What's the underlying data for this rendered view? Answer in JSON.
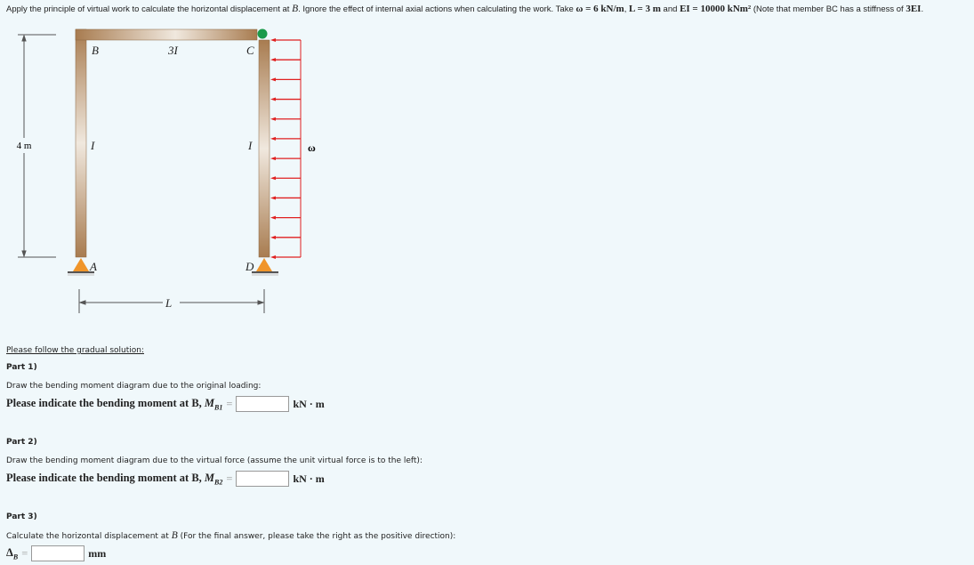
{
  "question": {
    "p1": "Apply the principle of virtual work to calculate the horizontal displacement at ",
    "B": "B",
    "p2": ". Ignore the effect of internal axial actions when calculating the work. Take ",
    "w_eq": "ω = 6 kN/m",
    "p3": ", ",
    "L_eq": "L = 3 m",
    "p4": " and ",
    "EI_eq": "EI = 10000 kNm²",
    "p5": " (Note that member BC has a stiffness of ",
    "stiff": "3EI",
    "p6": "."
  },
  "diagram": {
    "labels": {
      "B": "B",
      "C": "C",
      "A": "A",
      "D": "D",
      "beam_I": "3I",
      "left_I": "I",
      "right_I": "I",
      "load": "ω",
      "height": "4 m",
      "span": "L"
    },
    "colors": {
      "member": "#a87c50",
      "load": "#e02020",
      "support": "#f0952a",
      "hinge": "#1a9a4a"
    }
  },
  "solution": {
    "intro": "Please follow the gradual solution:",
    "part1": {
      "title": "Part 1)",
      "instruction": "Draw the bending moment diagram due to the original loading:",
      "prompt": "Please indicate the bending moment at B, ",
      "var": "M",
      "sub": "B1",
      "eq": "=",
      "value": "",
      "unit": "kN · m"
    },
    "part2": {
      "title": "Part 2)",
      "instruction": "Draw the bending moment diagram due to the virtual force (assume the unit virtual force is to the left):",
      "prompt": "Please indicate the bending moment at B, ",
      "var": "M",
      "sub": "B2",
      "eq": "=",
      "value": "",
      "unit": "kN · m"
    },
    "part3": {
      "title": "Part 3)",
      "instruction_a": "Calculate the horizontal displacement at ",
      "instruction_b": "B",
      "instruction_c": " (For the final answer, please take the right as the positive direction):",
      "var": "Δ",
      "sub": "B",
      "eq": "=",
      "value": "",
      "unit": "mm"
    }
  }
}
